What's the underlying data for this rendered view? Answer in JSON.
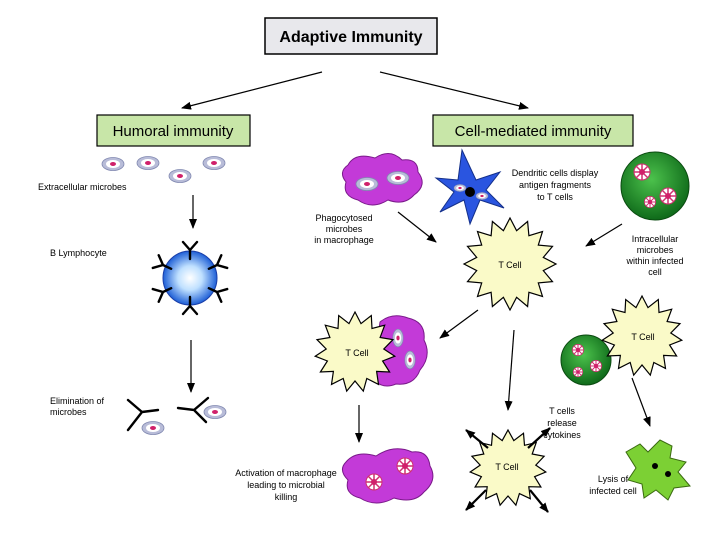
{
  "title": "Adaptive Immunity",
  "branches": {
    "humoral": "Humoral immunity",
    "cell_mediated": "Cell-mediated immunity"
  },
  "labels": {
    "extracellular_microbes": "Extracellular microbes",
    "b_lymphocyte": "B Lymphocyte",
    "elimination_1": "Elimination of",
    "elimination_2": "microbes",
    "phago_1": "Phagocytosed",
    "phago_2": "microbes",
    "phago_3": "in macrophage",
    "dendritic_1": "Dendritic cells display",
    "dendritic_2": "antigen fragments",
    "dendritic_3": "to T cells",
    "intracellular_1": "Intracellular",
    "intracellular_2": "microbes",
    "intracellular_3": "within infected",
    "intracellular_4": "cell",
    "t_cell": "T Cell",
    "activation_1": "Activation of macrophage",
    "activation_2": "leading to microbial",
    "activation_3": "killing",
    "cytokines_1": "T cells",
    "cytokines_2": "release",
    "cytokines_3": "cytokines",
    "lysis_1": "Lysis of",
    "lysis_2": "infected cell"
  },
  "colors": {
    "header_box": "#c8e6a8",
    "title_box": "#e8e8ec",
    "macrophage": "#c33ad8",
    "dendritic": "#2a55e0",
    "infected_cell": "#1f8a2a",
    "t_cell": "#fafac8",
    "b_cell": "#6ab0ff",
    "lysed_cell": "#7cd034",
    "microbe_ring": "#b8bcd8",
    "microbe_core": "#d0206a"
  }
}
